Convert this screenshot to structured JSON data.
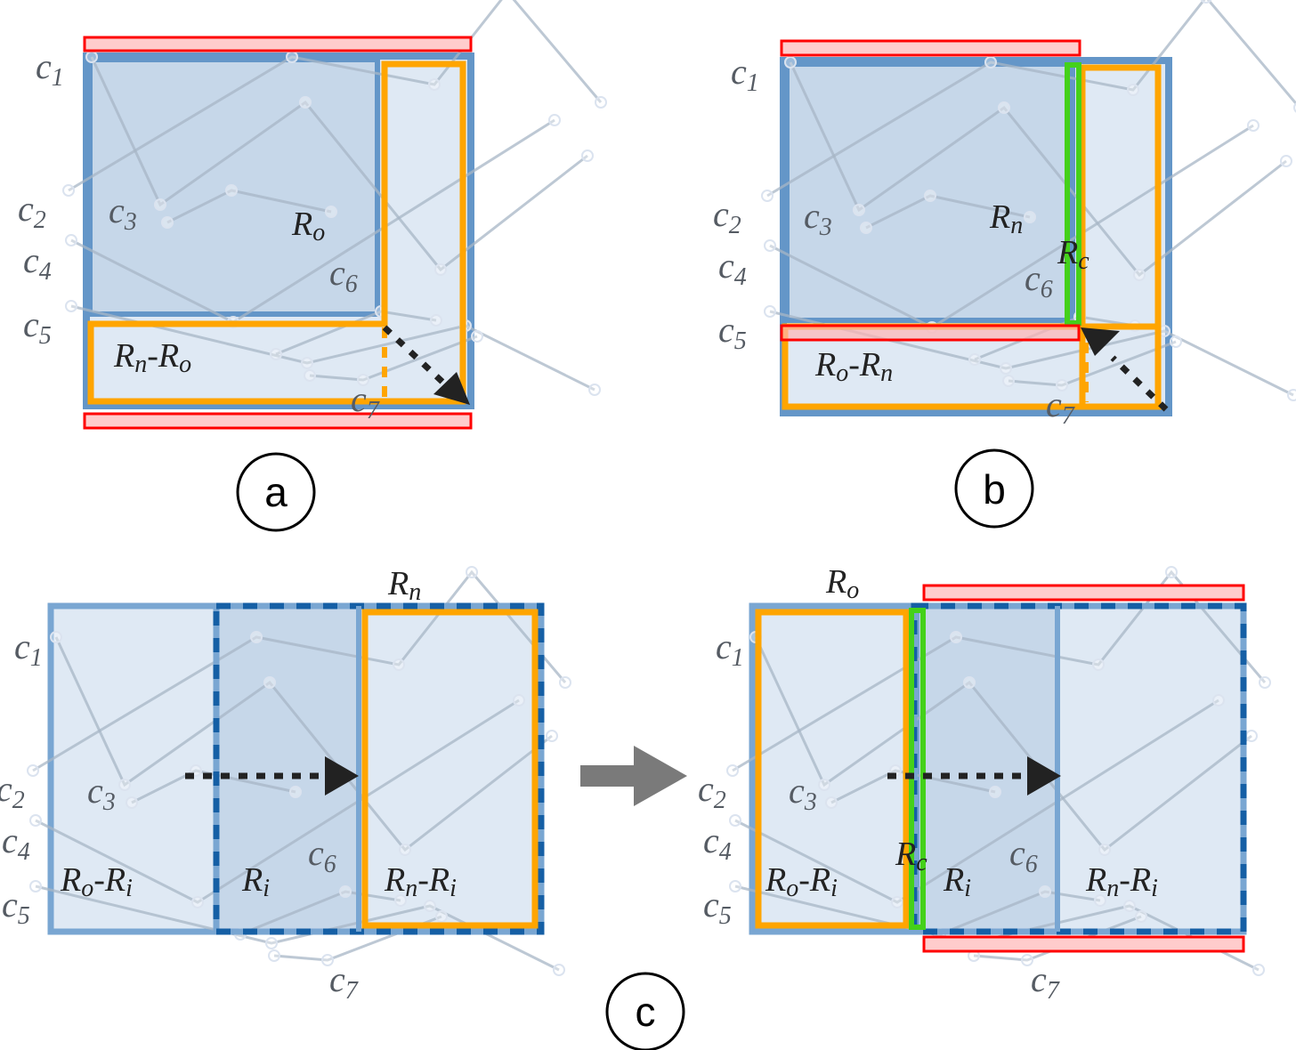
{
  "colors": {
    "region_fill_light": "#dfe9f4",
    "region_fill_dark": "#c6d7e9",
    "region_border": "#6496c8",
    "region_border_dash": "#155fa5",
    "orange": "#ffa500",
    "red": "#ff0000",
    "red_fill": "#ffcccc",
    "green": "#44d11a",
    "polyline": "#a7b6c6",
    "polyline_outside": "#cccccc",
    "arrow": "#222222",
    "big_arrow": "#7a7a7a"
  },
  "curve_labels": {
    "c1": {
      "base": "c",
      "sub": "1"
    },
    "c2": {
      "base": "c",
      "sub": "2"
    },
    "c3": {
      "base": "c",
      "sub": "3"
    },
    "c4": {
      "base": "c",
      "sub": "4"
    },
    "c5": {
      "base": "c",
      "sub": "5"
    },
    "c6": {
      "base": "c",
      "sub": "6"
    },
    "c7": {
      "base": "c",
      "sub": "7"
    }
  },
  "panels": {
    "a": {
      "tag": "a",
      "labels": {
        "inner": {
          "base": "R",
          "sub": "o"
        },
        "strip": {
          "base": "R",
          "sub1": "n",
          "sep": "-",
          "base2": "R",
          "sub2": "o"
        }
      }
    },
    "b": {
      "tag": "b",
      "labels": {
        "inner": {
          "base": "R",
          "sub": "n"
        },
        "green": {
          "base": "R",
          "sub": "c"
        },
        "strip": {
          "base": "R",
          "sub1": "o",
          "sep": "-",
          "base2": "R",
          "sub2": "n"
        }
      }
    },
    "c": {
      "tag": "c",
      "left": {
        "top": {
          "base": "R",
          "sub": "n"
        },
        "left_region": {
          "base": "R",
          "sub1": "o",
          "sep": "-",
          "base2": "R",
          "sub2": "i"
        },
        "mid_region": {
          "base": "R",
          "sub": "i"
        },
        "right_region": {
          "base": "R",
          "sub1": "n",
          "sep": "-",
          "base2": "R",
          "sub2": "i"
        }
      },
      "right": {
        "top": {
          "base": "R",
          "sub": "o"
        },
        "green": {
          "base": "R",
          "sub": "c"
        },
        "left_region": {
          "base": "R",
          "sub1": "o",
          "sep": "-",
          "base2": "R",
          "sub2": "i"
        },
        "mid_region": {
          "base": "R",
          "sub": "i"
        },
        "right_region": {
          "base": "R",
          "sub1": "n",
          "sep": "-",
          "base2": "R",
          "sub2": "i"
        }
      }
    }
  }
}
